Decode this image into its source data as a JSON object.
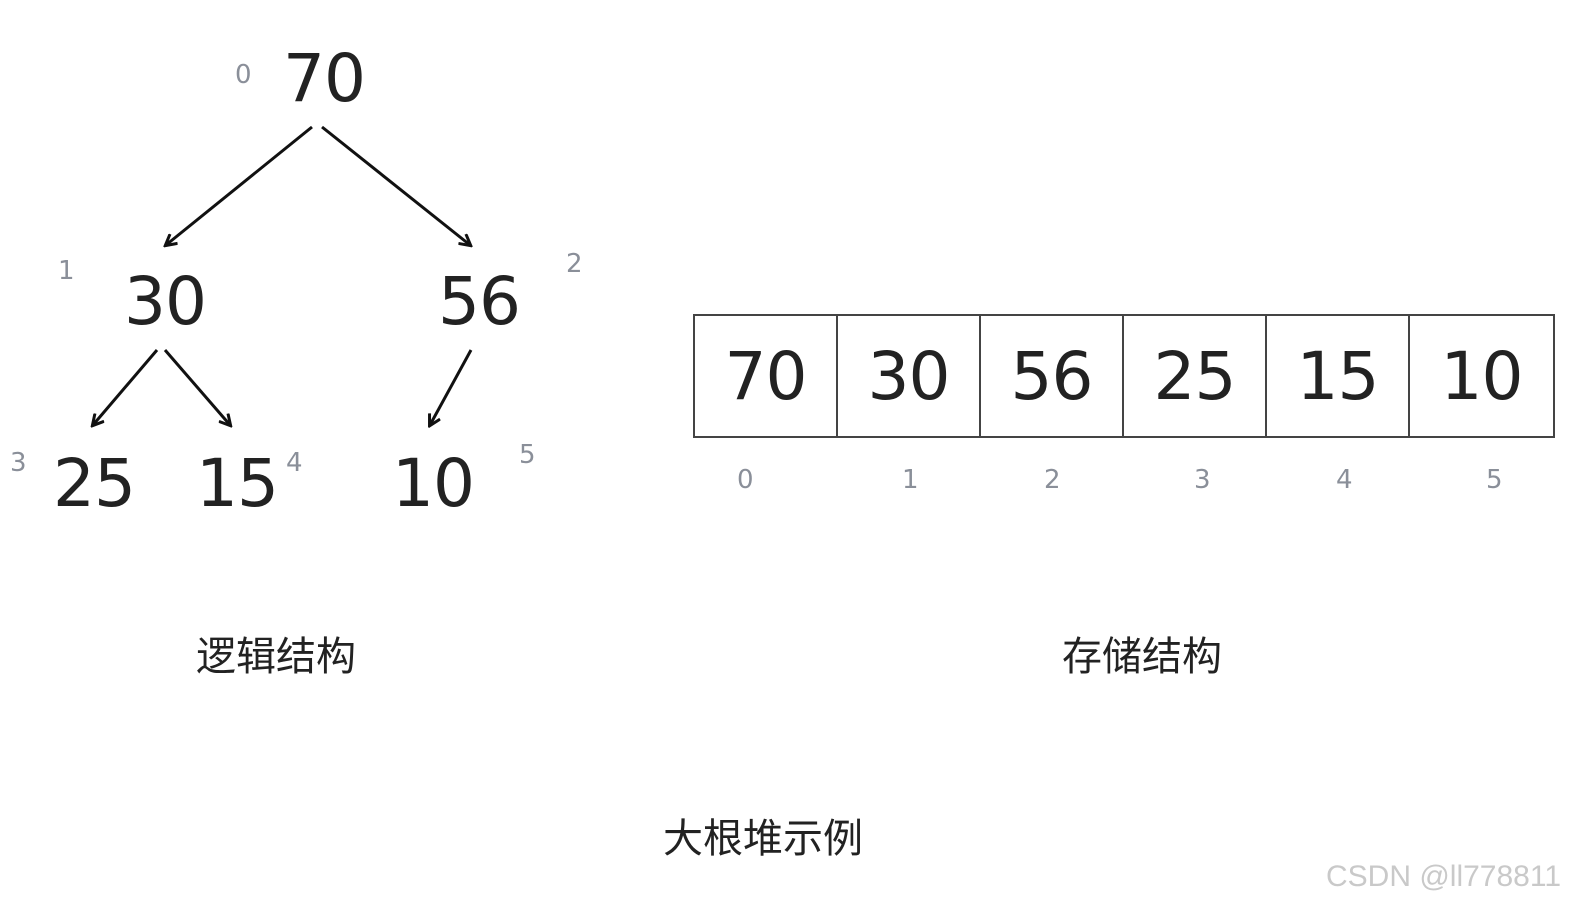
{
  "tree": {
    "nodes": [
      {
        "value": "70",
        "index": "0"
      },
      {
        "value": "30",
        "index": "1"
      },
      {
        "value": "56",
        "index": "2"
      },
      {
        "value": "25",
        "index": "3"
      },
      {
        "value": "15",
        "index": "4"
      },
      {
        "value": "10",
        "index": "5"
      }
    ],
    "caption": "逻辑结构"
  },
  "array": {
    "cells": [
      "70",
      "30",
      "56",
      "25",
      "15",
      "10"
    ],
    "indices": [
      "0",
      "1",
      "2",
      "3",
      "4",
      "5"
    ],
    "caption": "存储结构"
  },
  "title": "大根堆示例",
  "watermark": "CSDN @ll778811"
}
